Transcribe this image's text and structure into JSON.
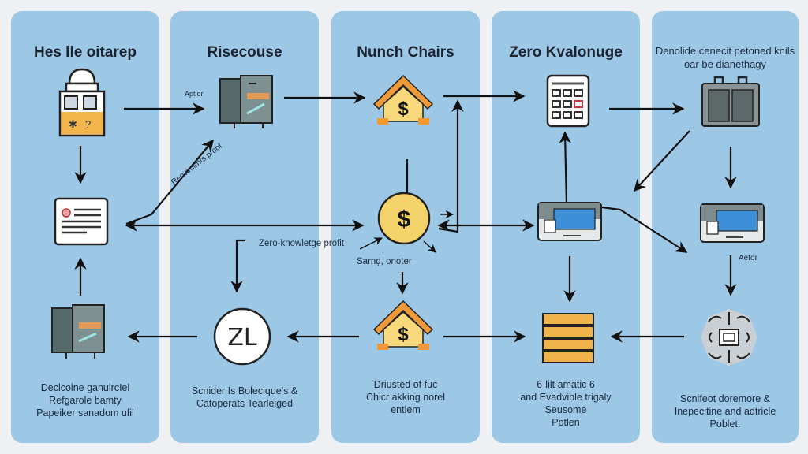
{
  "diagram": {
    "colors": {
      "background": "#eef0f4",
      "panel": "#9cc8e6",
      "arrow": "#111111",
      "coin": "#f5d36b",
      "roof": "#ef9a3a",
      "stack": "#f0b24a",
      "screen": "#3d8fd8",
      "device": "#6e7f80"
    },
    "columns": [
      {
        "title": "Hes lle oitarep",
        "caption": "Declcoine ganuircIel\nRefgarole bamty\nPapeiker sanadom ufil",
        "nodes": [
          "safe-deposit-icon",
          "document-card-icon",
          "filing-cabinet-icon"
        ]
      },
      {
        "title": "Risecouse",
        "caption": "Scnider Is Bolecique's &\nCatoperats Tearleiged",
        "nodes": [
          "filing-cabinet-icon",
          "zk-logo-icon"
        ]
      },
      {
        "title": "Nunch Chairs",
        "caption": "Driusted of fuc\nChicr akking norel\nentlem",
        "nodes": [
          "house-dollar-icon",
          "dollar-coin-icon",
          "house-dollar-icon"
        ]
      },
      {
        "title": "Zero Kvalonuge",
        "caption": "6-lilt amatic 6\nand Evadvible trigaly\nSeusome\nPotlen",
        "nodes": [
          "calculator-icon",
          "terminal-card-icon",
          "stacked-layers-icon"
        ]
      },
      {
        "title": "Denolide cenecit petoned\nknils oar be dianethagy",
        "caption": "Scnifeot doremore &\nInepecitine and adtricle\nPoblet.",
        "nodes": [
          "binder-icon",
          "terminal-card-icon",
          "network-hub-icon"
        ]
      }
    ],
    "labels": {
      "adder": "Aptior",
      "diagonal": "Reoviments proof",
      "zk_proof": "Zero-knowletge profit",
      "sandy": "Sarnḑ, onoter",
      "actor": "Aetor"
    }
  }
}
